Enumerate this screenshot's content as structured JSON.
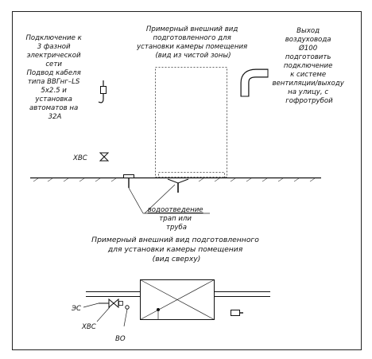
{
  "labels": {
    "electric": [
      "Подключение к",
      "3 фазной",
      "электрической",
      "сети",
      "Подвод кабеля",
      "типа ВВГнг–LS",
      "5х2.5 и",
      "установка",
      "автоматов на",
      "32А"
    ],
    "camera_front": [
      "Примерный внешний вид",
      "подготовленного для",
      "установки камеры помещения",
      "(вид из чистой зоны)"
    ],
    "air_duct": [
      "Выход",
      "воздуховода",
      "Ø100",
      "подготовить",
      "подключение",
      "к системе",
      "вентиляции/выходу",
      "на улицу, с",
      "гофротрубой"
    ],
    "cold_water": "ХВС",
    "drainage": [
      "водоотведение",
      "трап или",
      "труба"
    ],
    "camera_top": [
      "Примерный внешний вид подготовленного",
      "для установки камеры помещения",
      "(вид сверху)"
    ],
    "plan_es": "ЭС",
    "plan_hvs": "ХВС",
    "plan_vo": "ВО"
  },
  "colors": {
    "line": "#111111",
    "background": "#ffffff"
  }
}
